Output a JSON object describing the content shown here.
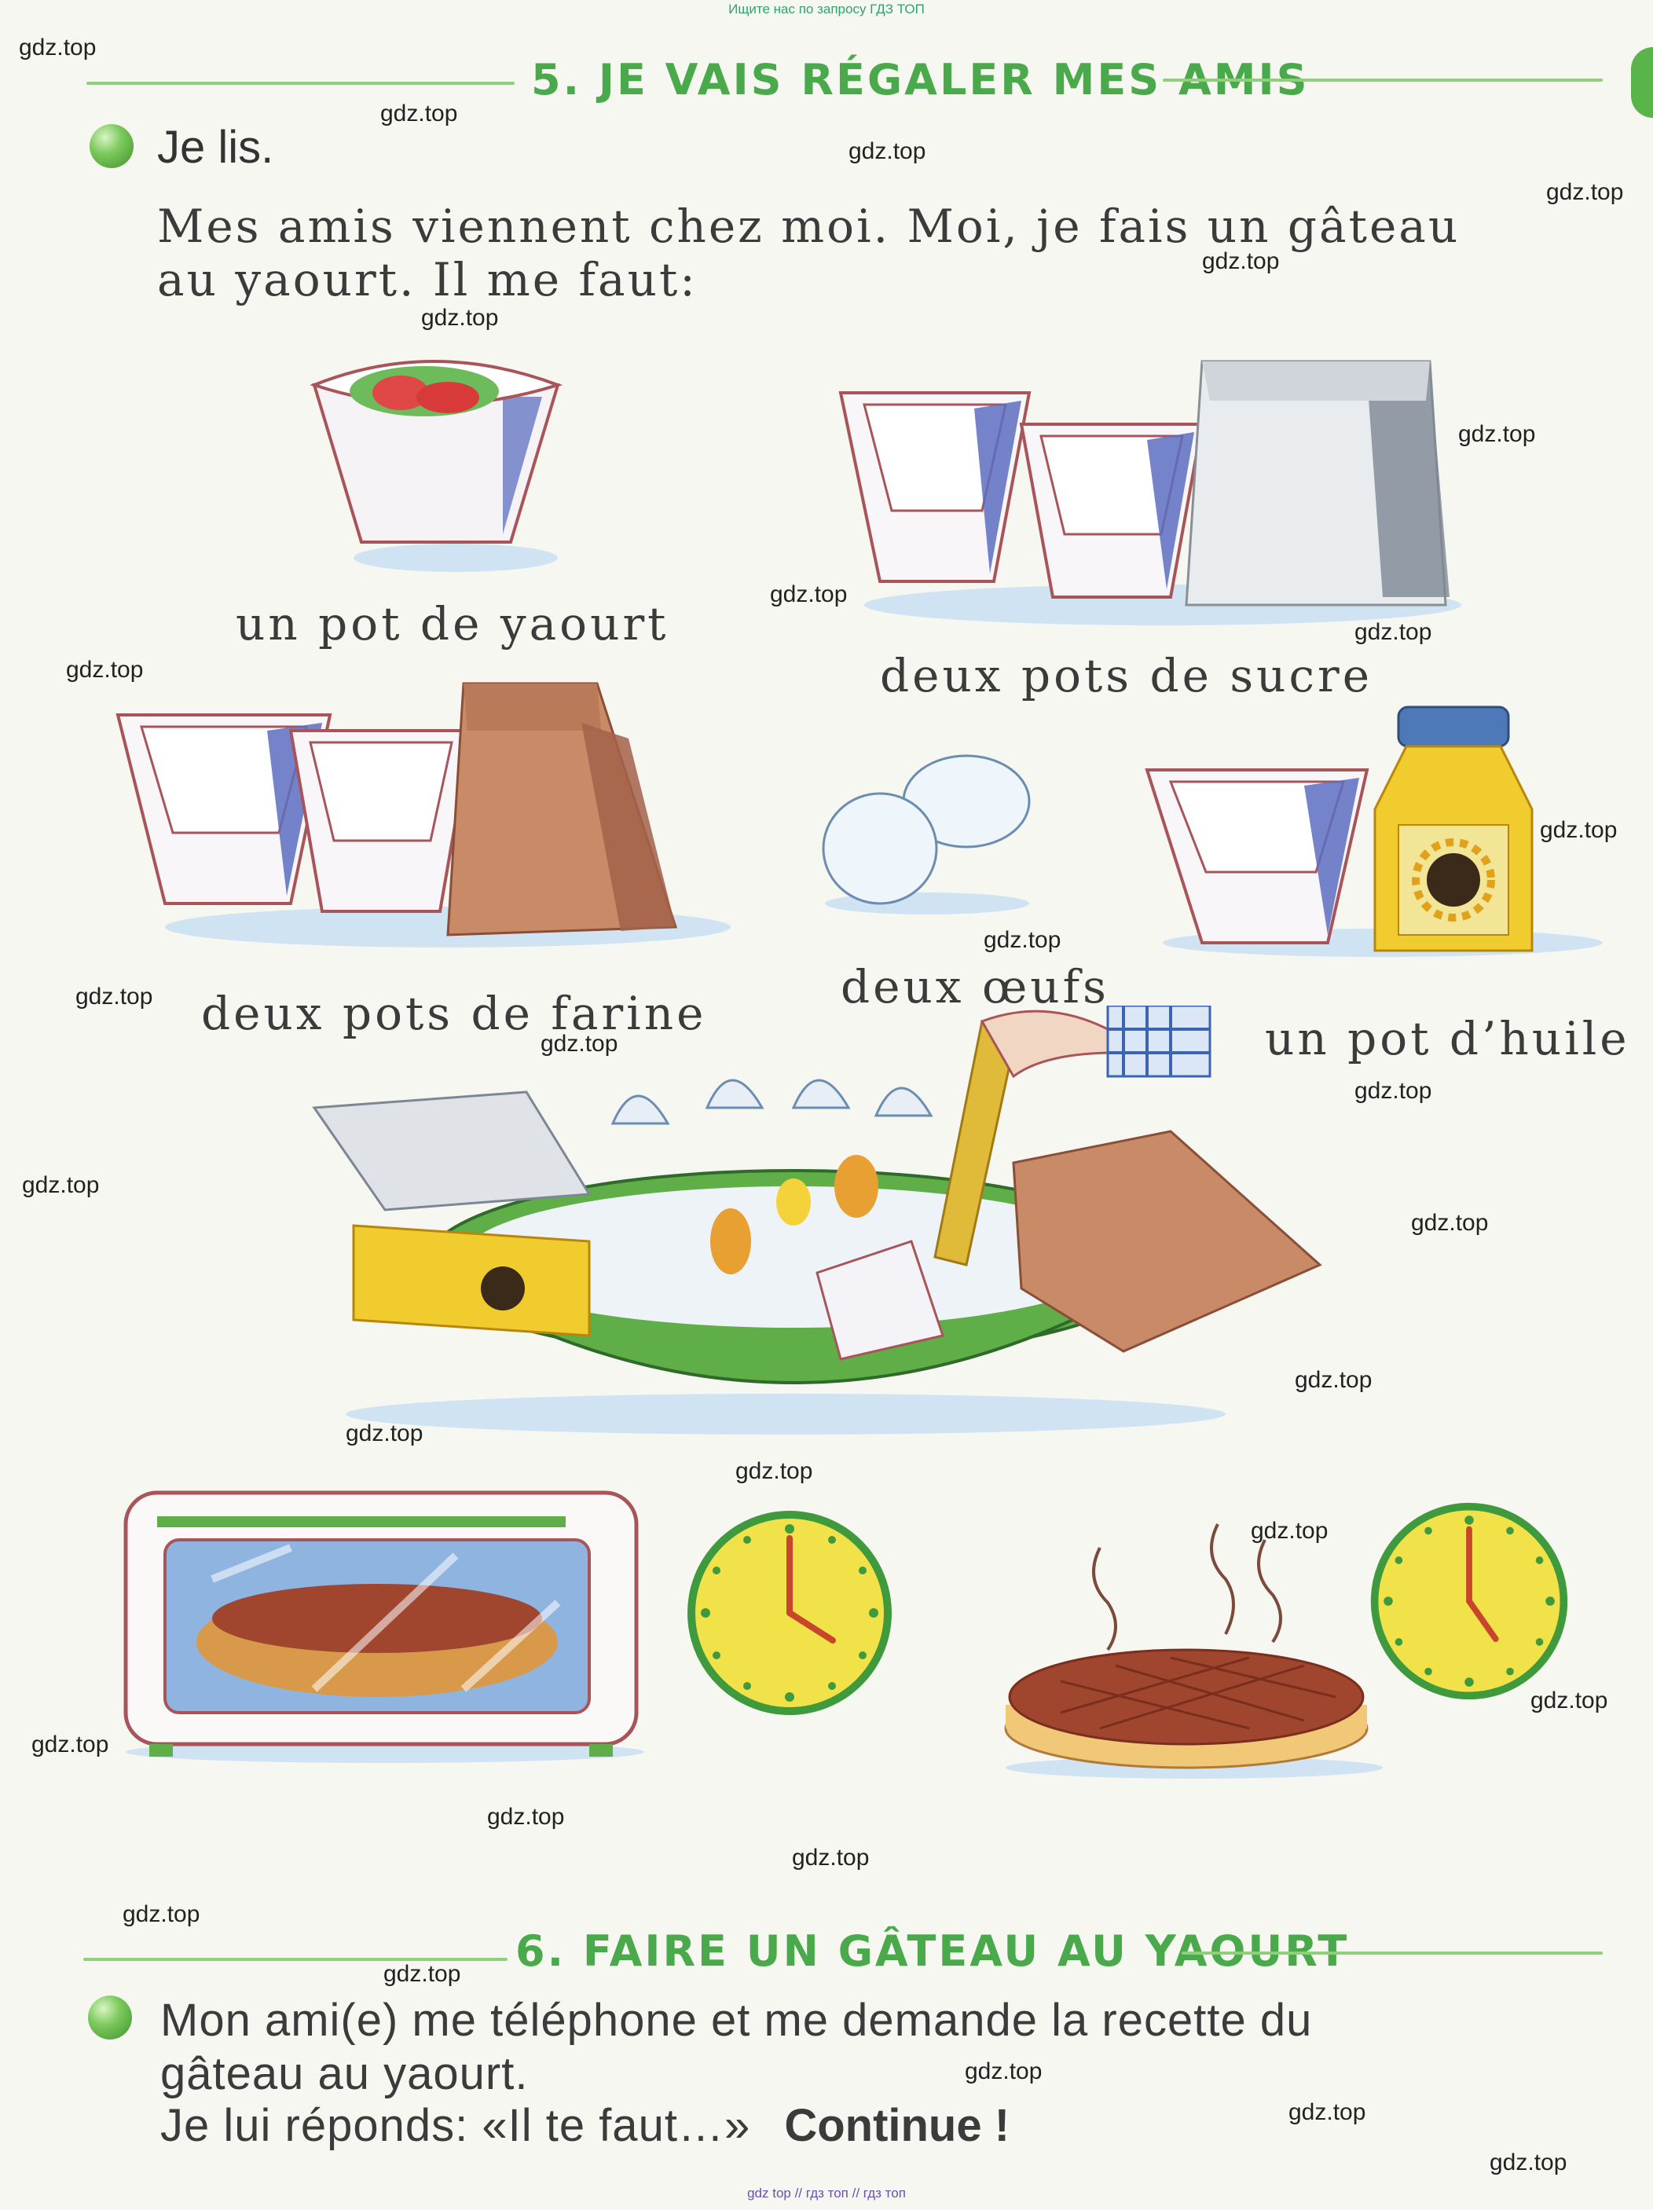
{
  "top_note": "Ищите нас по запросу ГДЗ ТОП",
  "bottom_note": "gdz top  //  гдз топ  //  гдз топ",
  "watermark": "gdz.top",
  "section5": {
    "title": "5. JE VAIS RÉGALER MES AMIS",
    "instruction": "Je  lis.",
    "text_line1": "Mes  amis  viennent  chez  moi.  Moi,  je  fais  un  gâteau",
    "text_line2": "au  yaourt.  Il  me  faut:"
  },
  "ingredients": {
    "yaourt": "un  pot  de  yaourt",
    "sucre": "deux  pots  de  sucre",
    "farine": "deux  pots  de  farine",
    "oeufs": "deux  œufs",
    "huile": "un  pot  d’huile"
  },
  "section6": {
    "title": "6. FAIRE UN GÂTEAU AU YAOURT",
    "text_line1": "Mon  ami(e)  me  téléphone  et  me  demande  la  recette  du",
    "text_line2": "gâteau  au  yaourt.",
    "text_line3": "Je  lui  réponds:  «Il  te  faut…»",
    "continue": "Continue !"
  },
  "colors": {
    "title_green": "#4aa94a",
    "rule_green": "#8fcf7a",
    "bowl_green": "#5fae48",
    "clock_yellow": "#f1e24a",
    "clock_rim": "#3e9a3c",
    "paper_bag": "#c98a68",
    "yaourt_berry": "#e24b4b"
  },
  "icons": [
    "yogurt-pot-icon",
    "sugar-bag-icon",
    "flour-bag-icon",
    "egg-icon",
    "oil-bottle-icon",
    "mixing-bowl-icon",
    "oven-icon",
    "clock-icon",
    "cake-icon"
  ]
}
